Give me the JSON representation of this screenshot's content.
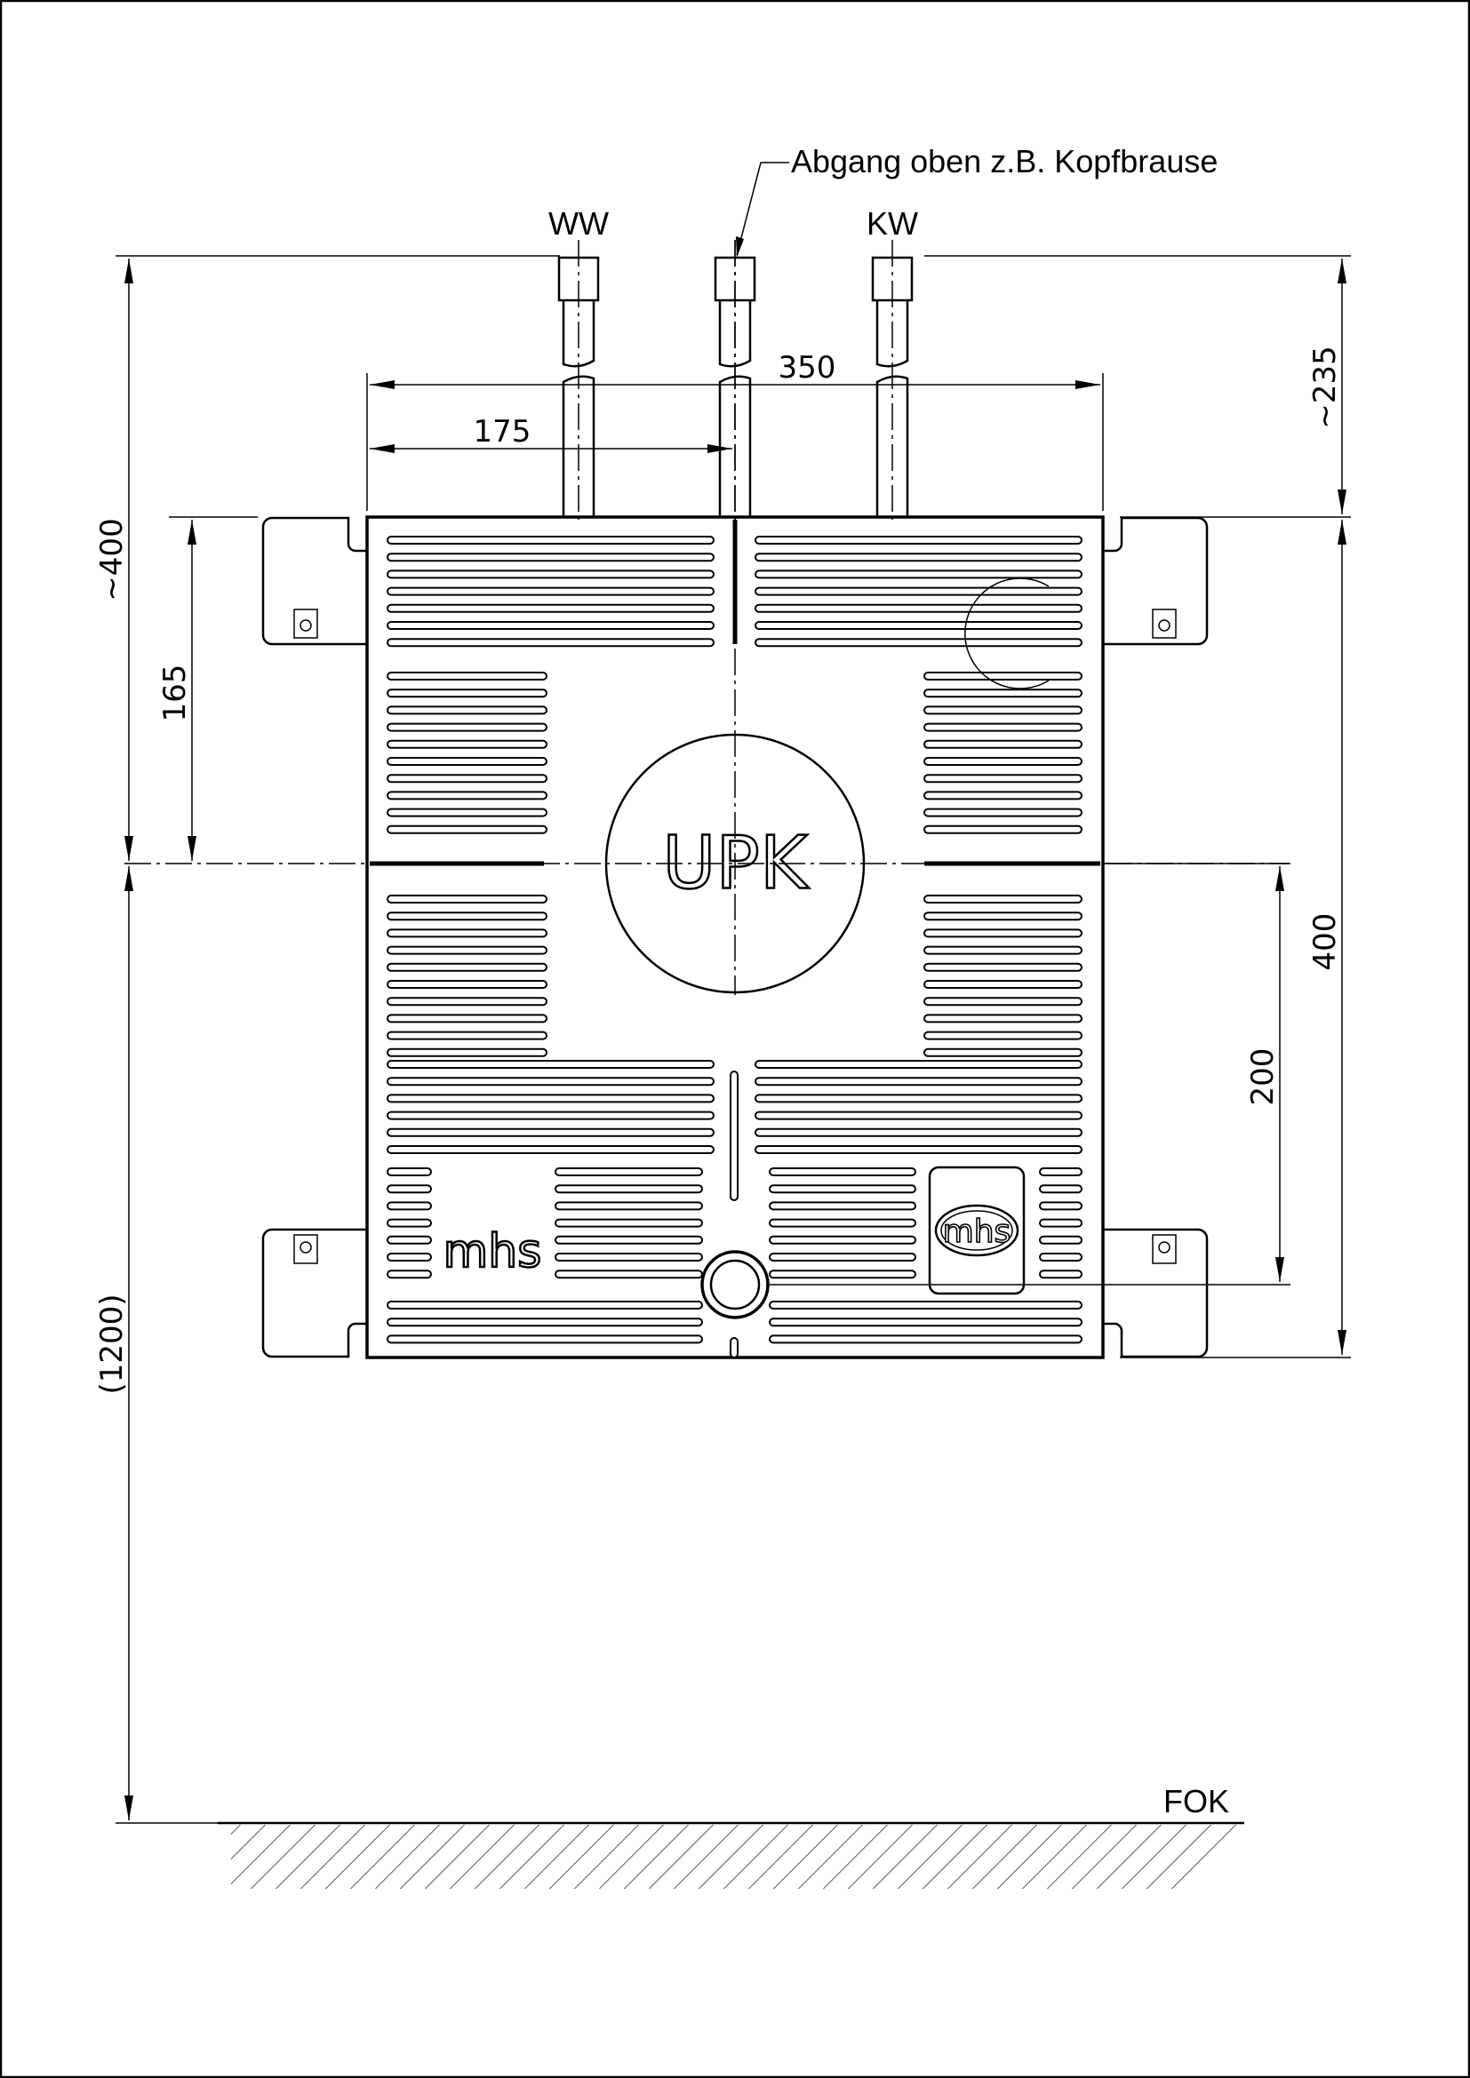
{
  "labels": {
    "warm_water": "WW",
    "cold_water": "KW",
    "top_outlet": "Abgang oben z.B. Kopfbrause",
    "floor": "FOK",
    "module": "UPK",
    "logo": "mhs"
  },
  "dimensions": {
    "overall_width": "350",
    "half_width": "175",
    "pipe_length": "~235",
    "top_to_axis": "~400",
    "axis_offset": "165",
    "body_height": "400",
    "lower_outlet": "200",
    "floor_height": "(1200)"
  }
}
